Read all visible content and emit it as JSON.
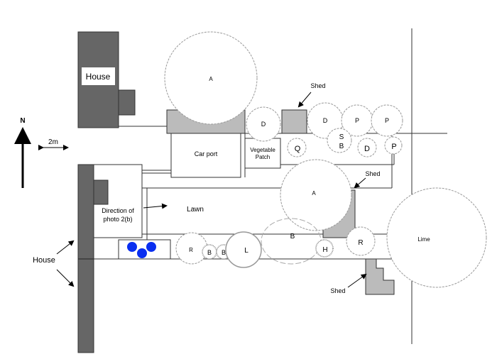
{
  "colors": {
    "building": "#666666",
    "shed": "#bbbbbb",
    "bins": "#0a2ff0"
  },
  "labels": {
    "house_top": "House",
    "house_bottom": "House",
    "north": "N",
    "scale": "2m",
    "car_port": "Car port",
    "vegetable_patch_1": "Vegetable",
    "vegetable_patch_2": "Patch",
    "lawn": "Lawn",
    "direction_1": "Direction of",
    "direction_2": "photo 2(b)",
    "shed_1": "Shed",
    "shed_2": "Shed",
    "shed_3": "Shed",
    "lime": "Lime"
  },
  "plants": [
    {
      "label": "A"
    },
    {
      "label": "D"
    },
    {
      "label": "D"
    },
    {
      "label": "P"
    },
    {
      "label": "P"
    },
    {
      "label": "Q"
    },
    {
      "label": "S"
    },
    {
      "label": "B"
    },
    {
      "label": "D"
    },
    {
      "label": "P"
    },
    {
      "label": "A"
    },
    {
      "label": "R"
    },
    {
      "label": "B"
    },
    {
      "label": "B"
    },
    {
      "label": "L"
    },
    {
      "label": "B"
    },
    {
      "label": "H"
    },
    {
      "label": "R"
    }
  ]
}
